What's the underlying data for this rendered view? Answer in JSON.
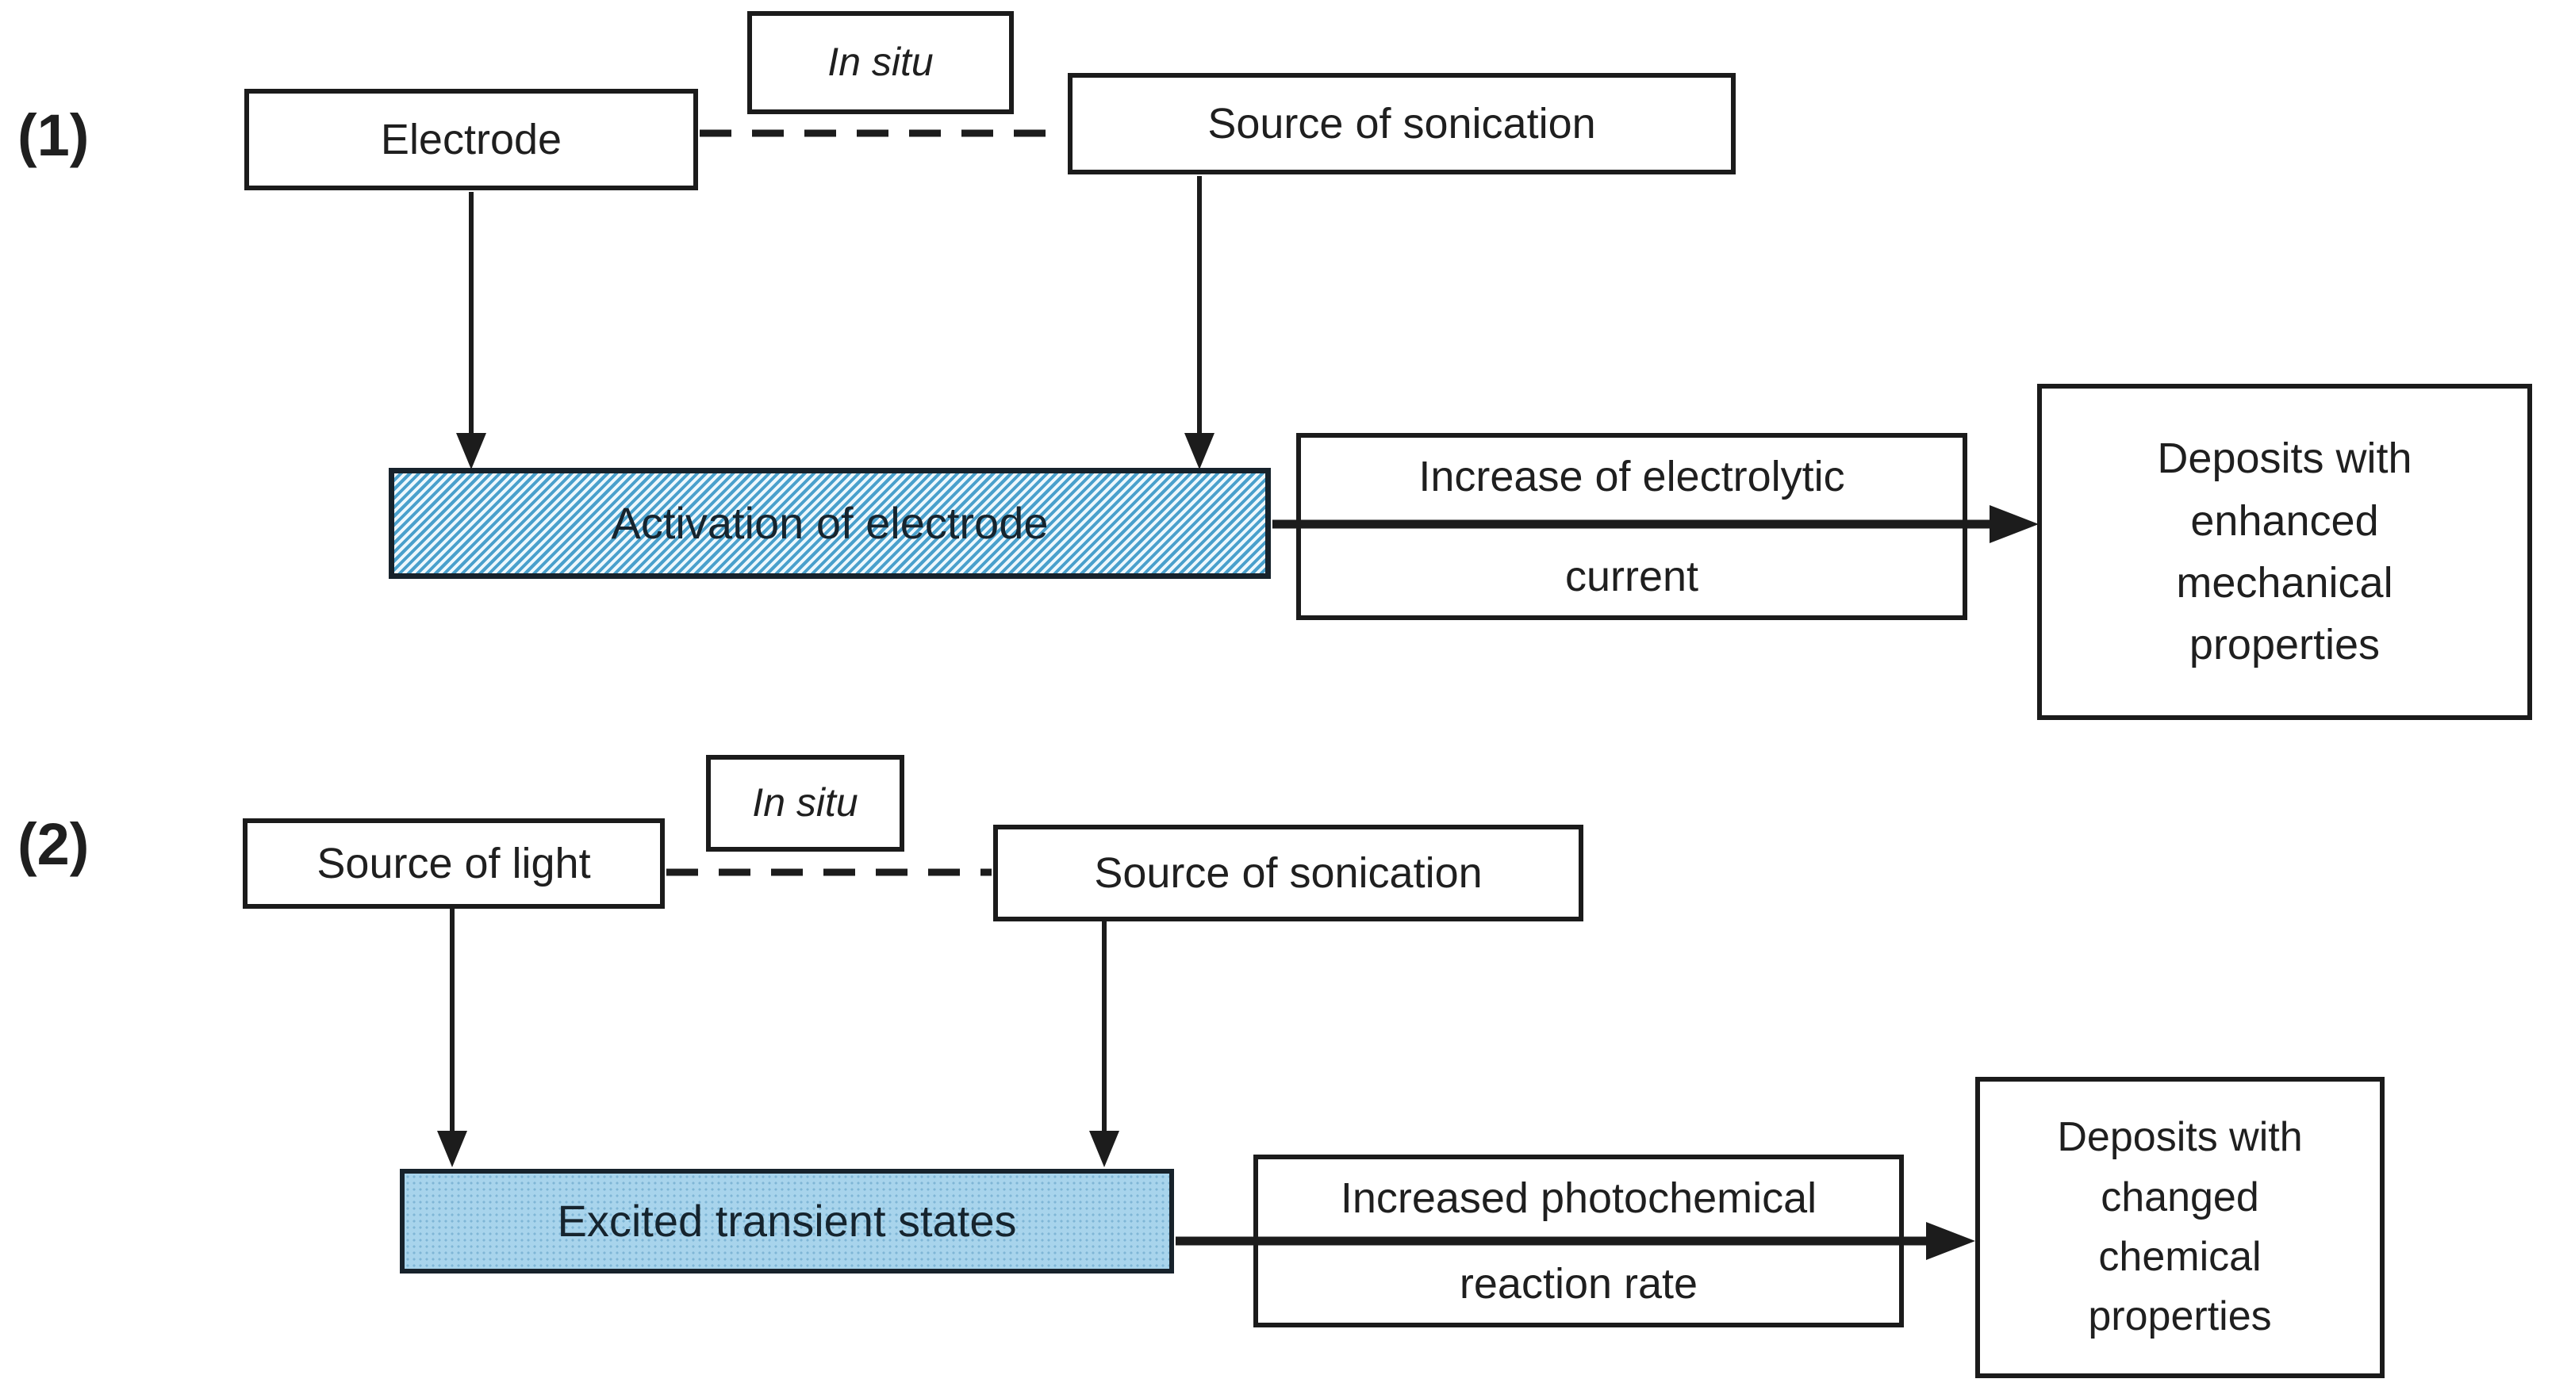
{
  "colors": {
    "stripe_blue": "#4aa0cc",
    "stripe_light": "#eef8fd",
    "excited_fill": "#a8d4ec",
    "excited_dot": "#7fb6d6",
    "line_black": "#1c1c1c",
    "box_border": "#1b1b1b"
  },
  "diagram": {
    "row1": {
      "index_label": "(1)",
      "electrode_label": "Electrode",
      "in_situ_label": "In situ",
      "sonication_label": "Source of sonication",
      "activation_label": "Activation of electrode",
      "increase_lines": [
        "Increase of electrolytic",
        "current"
      ],
      "deposits_lines": [
        "Deposits with",
        "enhanced",
        "mechanical",
        "properties"
      ]
    },
    "row2": {
      "index_label": "(2)",
      "light_label": "Source of light",
      "in_situ_label": "In situ",
      "sonication_label": "Source of sonication",
      "excited_label": "Excited transient states",
      "increase_lines": [
        "Increased photochemical",
        "reaction rate"
      ],
      "deposits_lines": [
        "Deposits with",
        "changed",
        "chemical",
        "properties"
      ]
    }
  }
}
